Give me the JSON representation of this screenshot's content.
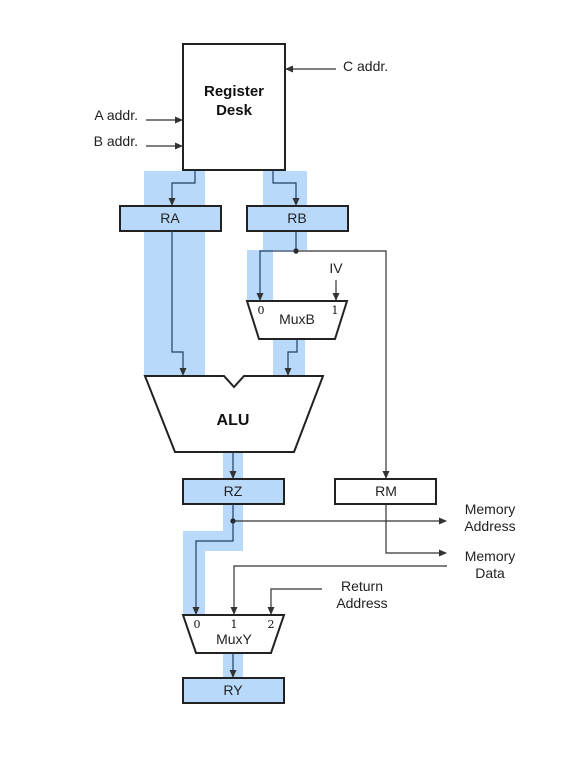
{
  "register_file": {
    "line1": "Register",
    "line2": "Desk"
  },
  "inputs": {
    "c_addr": "C addr.",
    "a_addr": "A addr.",
    "b_addr": "B addr."
  },
  "registers": {
    "ra": "RA",
    "rb": "RB",
    "rz": "RZ",
    "rm": "RM",
    "ry": "RY"
  },
  "mux_b": {
    "name": "MuxB",
    "in0": "0",
    "in1": "1",
    "iv": "IV"
  },
  "alu": {
    "name": "ALU"
  },
  "mux_y": {
    "name": "MuxY",
    "in0": "0",
    "in1": "1",
    "in2": "2"
  },
  "outputs": {
    "mem_address_1": "Memory",
    "mem_address_2": "Address",
    "mem_data_1": "Memory",
    "mem_data_2": "Data",
    "return_address_1": "Return",
    "return_address_2": "Address"
  },
  "colors": {
    "highlight": "#b9d9fb",
    "stroke": "#222222"
  }
}
